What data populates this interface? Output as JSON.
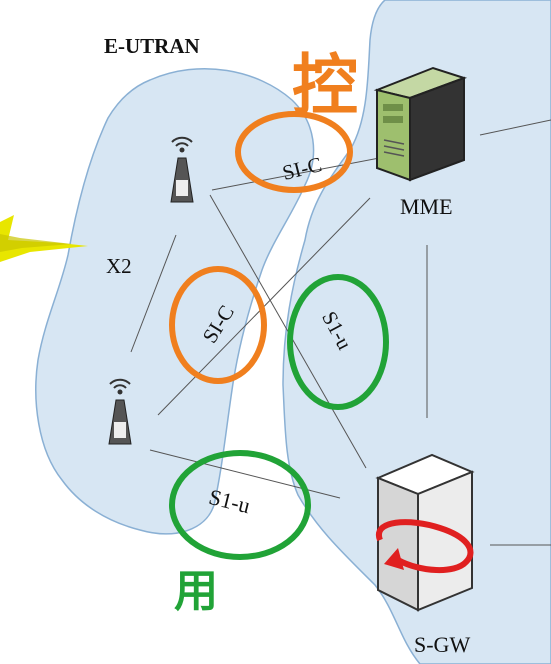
{
  "labels": {
    "eutran": "E-UTRAN",
    "x2": "X2",
    "mme": "MME",
    "sgw": "S-GW"
  },
  "annotations": {
    "sic_top": "SI-C",
    "sic_mid": "SI-C",
    "s1u_right": "S1-u",
    "s1u_bottom": "S1-u",
    "control_char": "控",
    "user_char": "用"
  },
  "colors": {
    "region_fill": "#d7e6f3",
    "region_stroke": "#8ab0d4",
    "annotation_orange": "#f07f1e",
    "annotation_green": "#21a337",
    "arrow_red": "#e02020",
    "lightning_yellow": "#e8e600"
  },
  "icons": [
    "antenna-icon",
    "server-icon",
    "gateway-icon",
    "lightning-icon",
    "rotate-arrow-icon"
  ]
}
